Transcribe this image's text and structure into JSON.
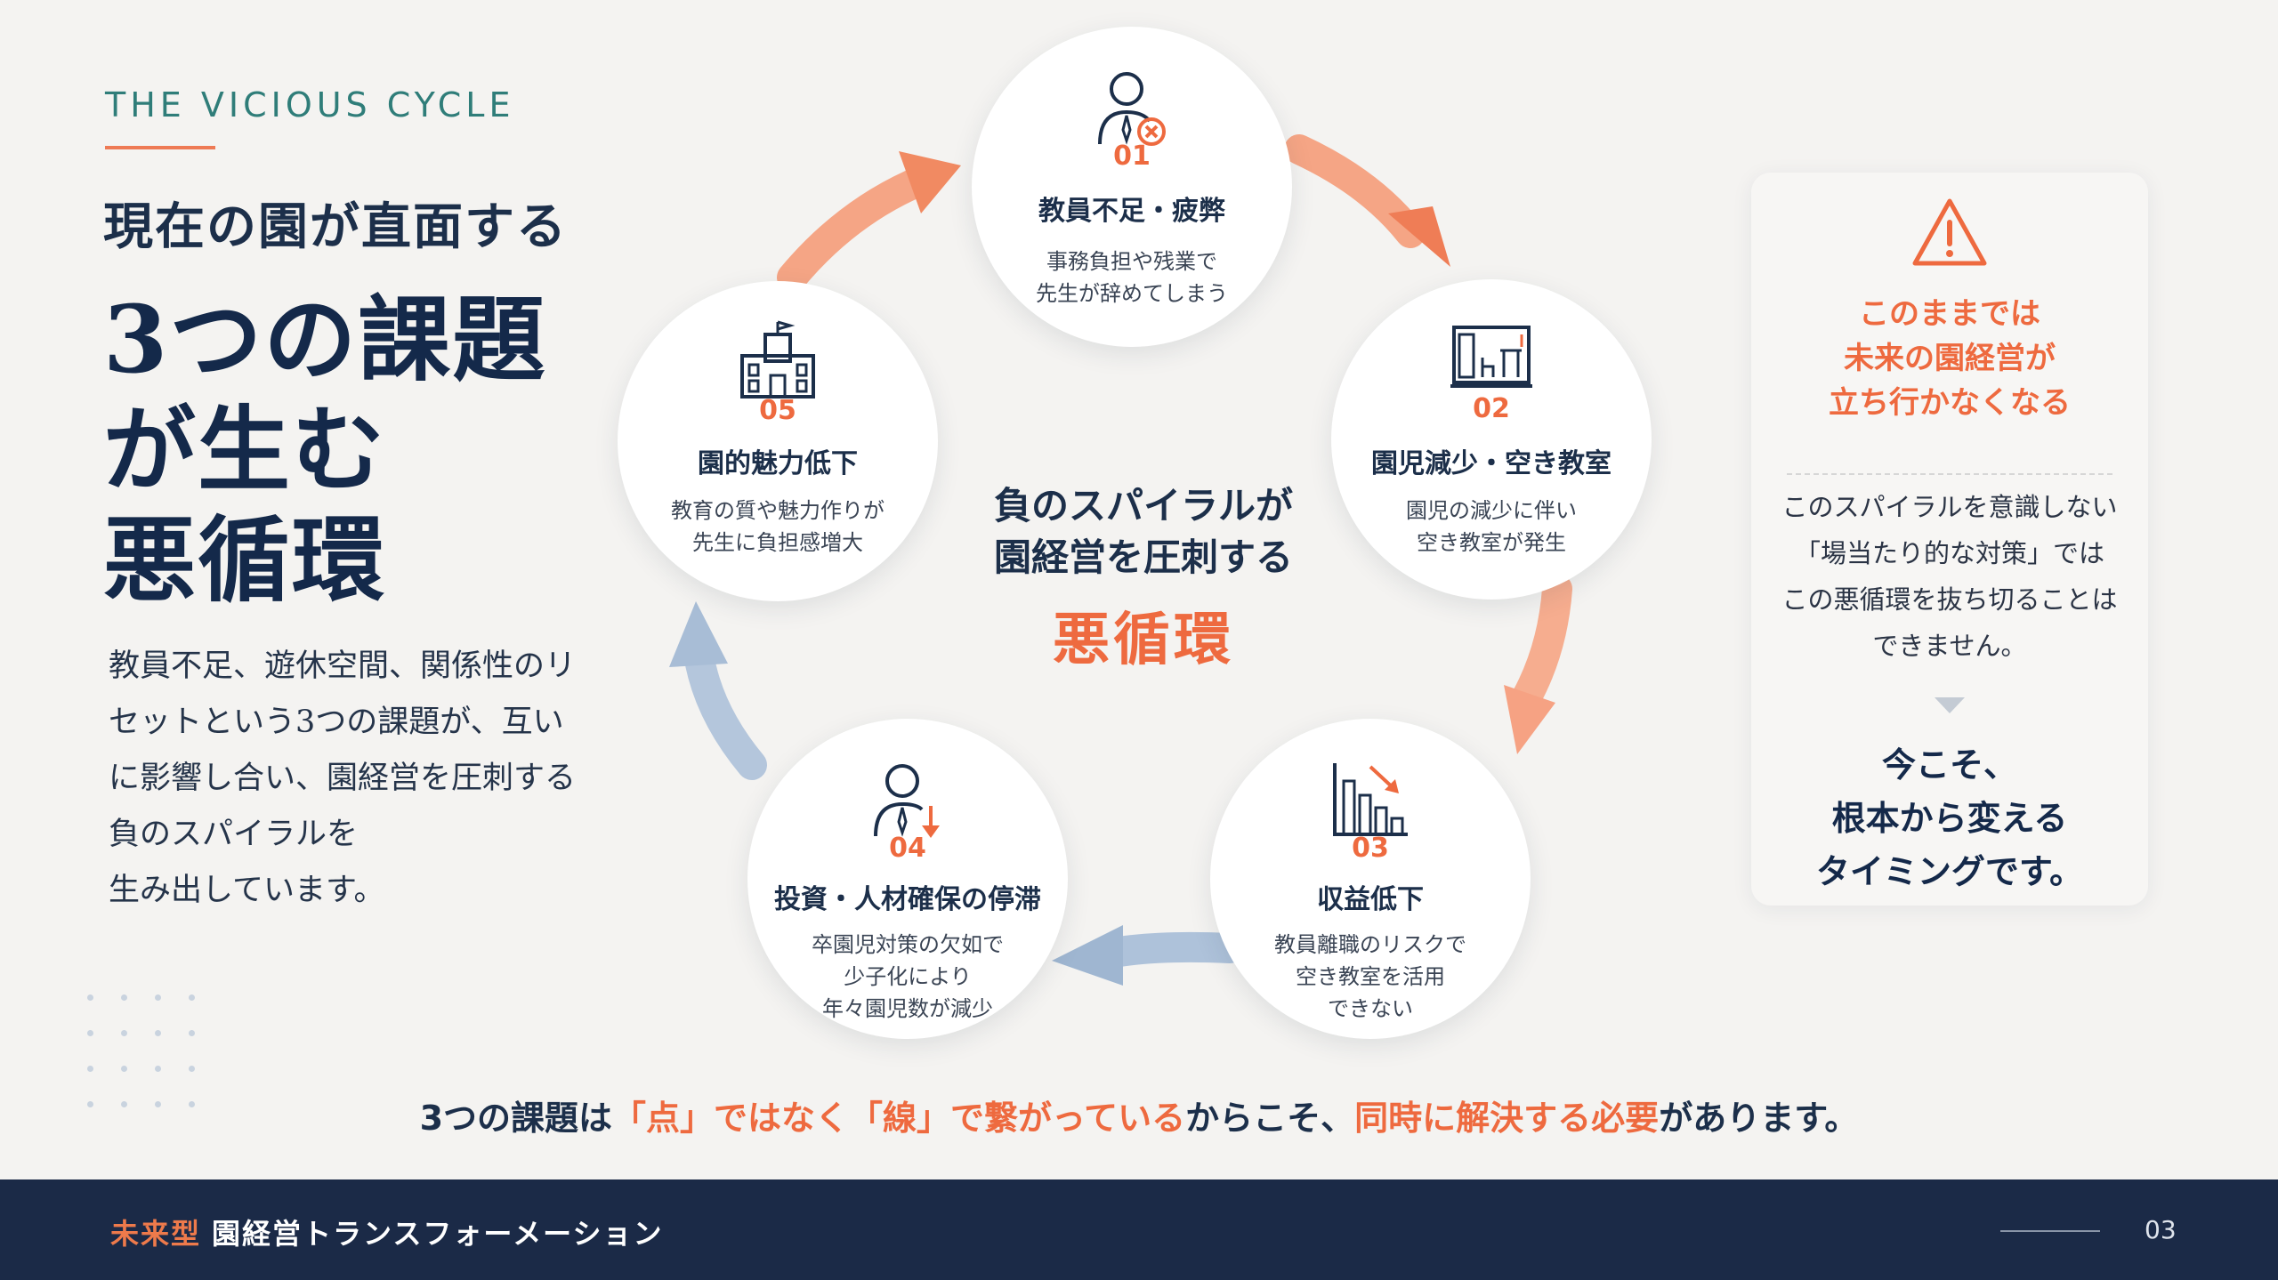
{
  "eyebrow": "THE VICIOUS CYCLE",
  "subheading": "現在の園が直面する",
  "heading_lines": [
    "3つの課題",
    "が生む",
    "悪循環"
  ],
  "body_lines": [
    "教員不足、遊休空間、関係性のリ",
    "セットという3つの課題が、互い",
    "に影響し合い、園経営を圧刺する",
    "負のスパイラルを",
    "生み出しています。"
  ],
  "center": {
    "line1": "負のスパイラルが",
    "line2": "園経営を圧刺する",
    "accent": "悪循環"
  },
  "nodes": [
    {
      "icon": "person-x-icon",
      "num": "01",
      "title": "教員不足・疲弊",
      "desc": [
        "事務負担や残業で",
        "先生が辞めてしまう"
      ]
    },
    {
      "icon": "empty-classroom-icon",
      "num": "02",
      "title": "園児減少・空き教室",
      "desc": [
        "園児の減少に伴い",
        "空き教室が発生"
      ]
    },
    {
      "icon": "declining-chart-icon",
      "num": "03",
      "title": "収益低下",
      "desc": [
        "教員離職のリスクで",
        "空き教室を活用",
        "できない"
      ]
    },
    {
      "icon": "person-down-icon",
      "num": "04",
      "title": "投資・人材確保の停滞",
      "desc": [
        "卒園児対策の欠如で",
        "少子化により",
        "年々園児数が減少"
      ]
    },
    {
      "icon": "school-building-icon",
      "num": "05",
      "title": "園的魅力低下",
      "desc": [
        "教育の質や魅力作りが",
        "先生に負担感増大"
      ]
    }
  ],
  "card": {
    "icon": "warning-icon",
    "warning_lines": [
      "このままでは",
      "未来の園経営が",
      "立ち行かなくなる"
    ],
    "body_lines": [
      "このスパイラルを意識しない",
      "「場当たり的な対策」では",
      "この悪循環を抜ち切ることは",
      "できません。"
    ],
    "cta_lines": [
      "今こそ、",
      "根本から変える",
      "タイミングです。"
    ]
  },
  "bottom_message": {
    "p1": "3つの課題は",
    "h1": "「点」ではなく「線」で繋がっている",
    "p2": "からこそ、",
    "h2": "同時に解決する必要",
    "p3": "があります。"
  },
  "footer": {
    "brand_accent": "未来型",
    "brand_rest": "園経営トランスフォーメーション",
    "page": "03"
  },
  "colors": {
    "accent": "#ee6a3f",
    "navy": "#1b2a47",
    "teal": "#2f7d79",
    "arrow_blue": "#a9bdd6",
    "arrow_orange": "#f4a27f"
  }
}
